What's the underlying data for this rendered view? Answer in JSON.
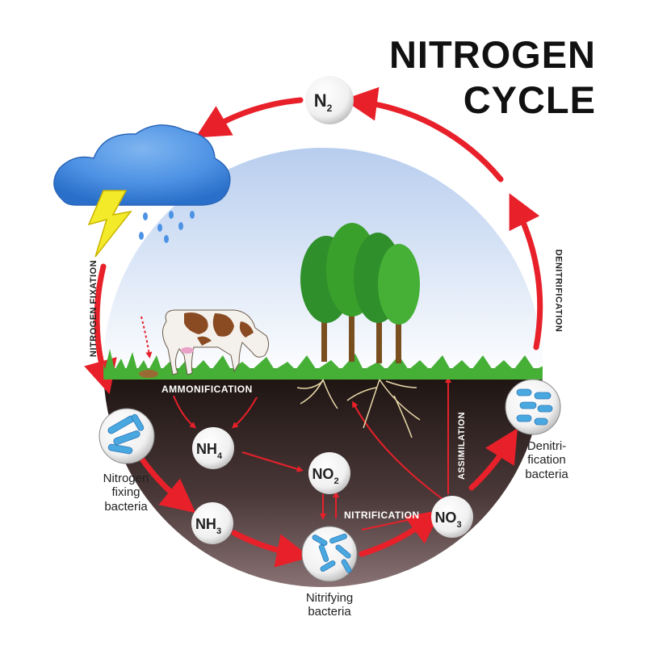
{
  "title": {
    "line1": "NITROGEN",
    "line2": "CYCLE"
  },
  "compounds": {
    "n2": {
      "main": "N",
      "sub": "2"
    },
    "nh4": {
      "main": "NH",
      "sub": "4"
    },
    "no2": {
      "main": "NO",
      "sub": "2"
    },
    "nh3": {
      "main": "NH",
      "sub": "3"
    },
    "no3": {
      "main": "NO",
      "sub": "3"
    }
  },
  "processes": {
    "nitrogen_fixation": "NITROGEN FIXATION",
    "denitrification": "DENITRIFICATION",
    "ammonification": "AMMONIFICATION",
    "nitrification": "NITRIFICATION",
    "assimilation": "ASSIMILATION"
  },
  "bacteria": {
    "nitrogen_fixing": [
      "Nitrogen",
      "fixing",
      "bacteria"
    ],
    "nitrifying": [
      "Nitrifying",
      "bacteria"
    ],
    "denitrification": [
      "Denitri-",
      "fication",
      "bacteria"
    ]
  },
  "colors": {
    "arrow": "#e8202a",
    "soil_top": "#1f1513",
    "soil_bottom": "#7a6466",
    "sky": "#cfe0f4",
    "grass": "#3aa02c",
    "bacteria": "#4aa8e0"
  }
}
